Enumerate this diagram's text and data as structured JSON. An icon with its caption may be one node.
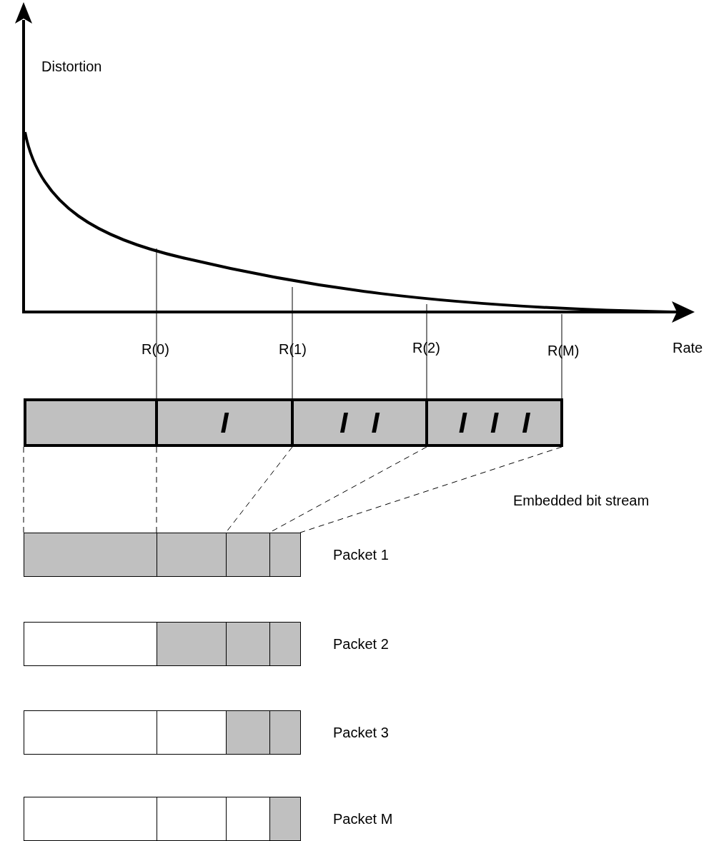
{
  "diagram": {
    "nodes": [
      {
        "text": [],
        "shape": "box"
      },
      {
        "text": [
          "I"
        ]
      },
      {
        "text": [
          "I I"
        ]
      },
      {
        "text": [
          "I I I"
        ]
      },
      {
        "text": [],
        "shape": "box"
      },
      {
        "text": [],
        "shape": "box"
      },
      {
        "text": [],
        "shape": "box"
      },
      {
        "text": [],
        "shape": "box",
        "beside": [
          "Packet 1"
        ]
      },
      {
        "text": [],
        "shape": "box"
      },
      {
        "text": [],
        "shape": "box"
      },
      {
        "text": [],
        "shape": "box"
      },
      {
        "text": [],
        "shape": "box",
        "beside": [
          "Packet 2"
        ]
      },
      {
        "text": [],
        "shape": "box"
      },
      {
        "text": [],
        "shape": "box"
      },
      {
        "text": [],
        "shape": "box"
      },
      {
        "text": [],
        "shape": "box",
        "beside": [
          "Packet 3"
        ]
      },
      {
        "text": [],
        "shape": "box"
      },
      {
        "text": [],
        "shape": "box"
      },
      {
        "text": [],
        "shape": "box"
      },
      {
        "text": [],
        "shape": "box",
        "beside": [
          "Packet M"
        ]
      }
    ],
    "edges": [
      {
        "from": 0,
        "to": 4,
        "arrow": "none",
        "style": "dashed"
      },
      {
        "from": 1,
        "to": 5,
        "arrow": "none",
        "style": "dashed"
      },
      {
        "from": 2,
        "to": 6,
        "arrow": "none",
        "style": "dashed"
      },
      {
        "from": 3,
        "to": 7,
        "arrow": "none",
        "style": "dashed"
      },
      {
        "from": 3,
        "to": 7,
        "arrow": "none",
        "style": "dashed"
      }
    ],
    "labels": [
      "Distortion",
      "R(0)",
      "R(1)",
      "R(2)",
      "R(M)",
      "Rate",
      "Embedded bit stream"
    ]
  }
}
